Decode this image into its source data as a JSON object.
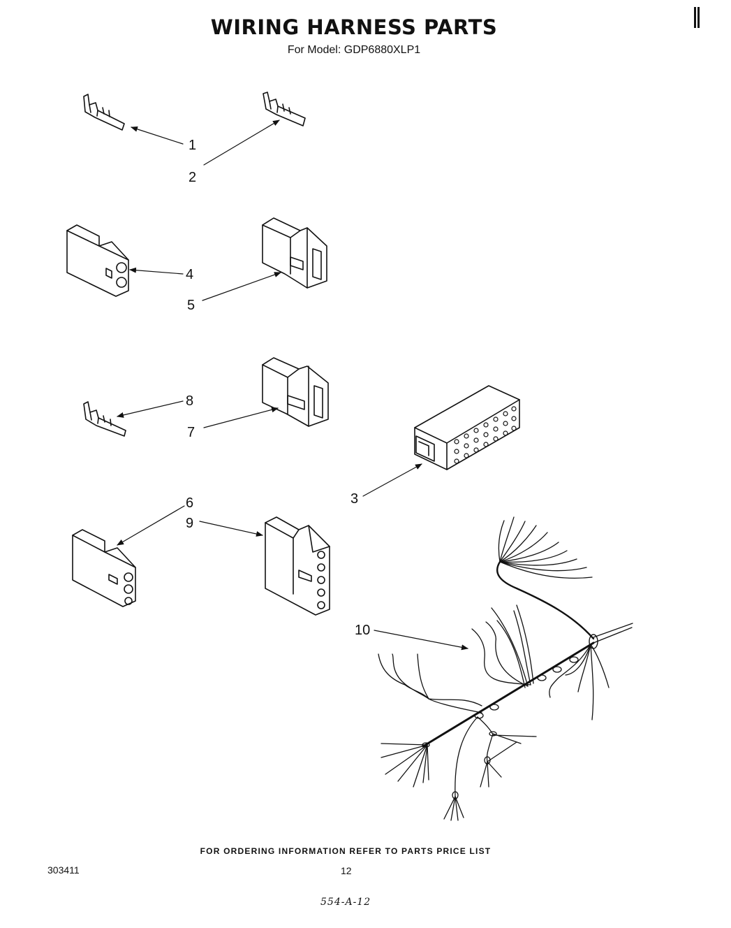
{
  "header": {
    "title": "WIRING HARNESS PARTS",
    "subtitle": "For Model: GDP6880XLP1"
  },
  "callouts": [
    {
      "id": "1",
      "label": "1"
    },
    {
      "id": "2",
      "label": "2"
    },
    {
      "id": "4",
      "label": "4"
    },
    {
      "id": "5",
      "label": "5"
    },
    {
      "id": "8",
      "label": "8"
    },
    {
      "id": "7",
      "label": "7"
    },
    {
      "id": "3",
      "label": "3"
    },
    {
      "id": "6",
      "label": "6"
    },
    {
      "id": "9",
      "label": "9"
    },
    {
      "id": "10",
      "label": "10"
    }
  ],
  "footer": {
    "ordering_note": "FOR ORDERING INFORMATION REFER TO PARTS PRICE LIST",
    "doc_number": "303411",
    "page_number": "12",
    "handwritten_code": "554-A-12"
  }
}
